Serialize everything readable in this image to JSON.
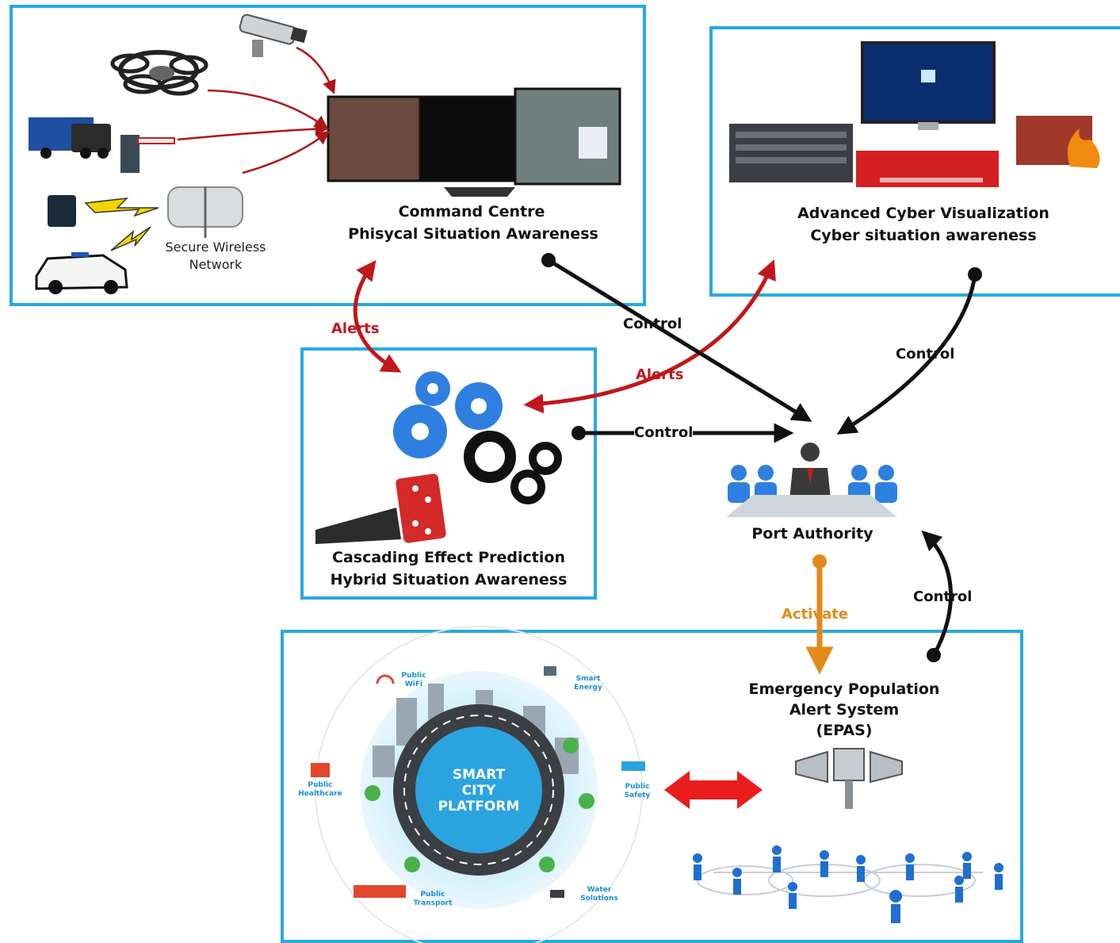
{
  "panels": {
    "command": {
      "title_line1": "Command Centre",
      "title_line2": "Phisycal Situation Awareness",
      "network_line1": "Secure Wireless",
      "network_line2": "Network"
    },
    "cyber": {
      "title_line1": "Advanced Cyber Visualization",
      "title_line2": "Cyber situation awareness"
    },
    "cascade": {
      "title_line1": "Cascading Effect Prediction",
      "title_line2": "Hybrid Situation Awareness"
    },
    "smart_city": {
      "platform_line1": "SMART",
      "platform_line2": "CITY",
      "platform_line3": "PLATFORM",
      "services": [
        {
          "line1": "Public",
          "line2": "WiFi"
        },
        {
          "line1": "Smart",
          "line2": "Energy"
        },
        {
          "line1": "Public",
          "line2": "Healthcare"
        },
        {
          "line1": "Public",
          "line2": "Safety"
        },
        {
          "line1": "Public",
          "line2": "Transport"
        },
        {
          "line1": "Water",
          "line2": "Solutions"
        }
      ]
    },
    "epas": {
      "title_line1": "Emergency Population",
      "title_line2": "Alert System",
      "title_line3": "(EPAS)"
    }
  },
  "port_authority": {
    "label": "Port Authority"
  },
  "flows": {
    "alerts_command": "Alerts",
    "alerts_cascade": "Alerts",
    "control_command": "Control",
    "control_cyber": "Control",
    "control_cascade": "Control",
    "control_epas": "Control",
    "activate": "Activate"
  },
  "colors": {
    "panel_border": "#29a9e0",
    "alert_red": "#c0171c",
    "control_black": "#111111",
    "activate_orange": "#e28a1a",
    "gear_blue": "#2f7fe0"
  }
}
